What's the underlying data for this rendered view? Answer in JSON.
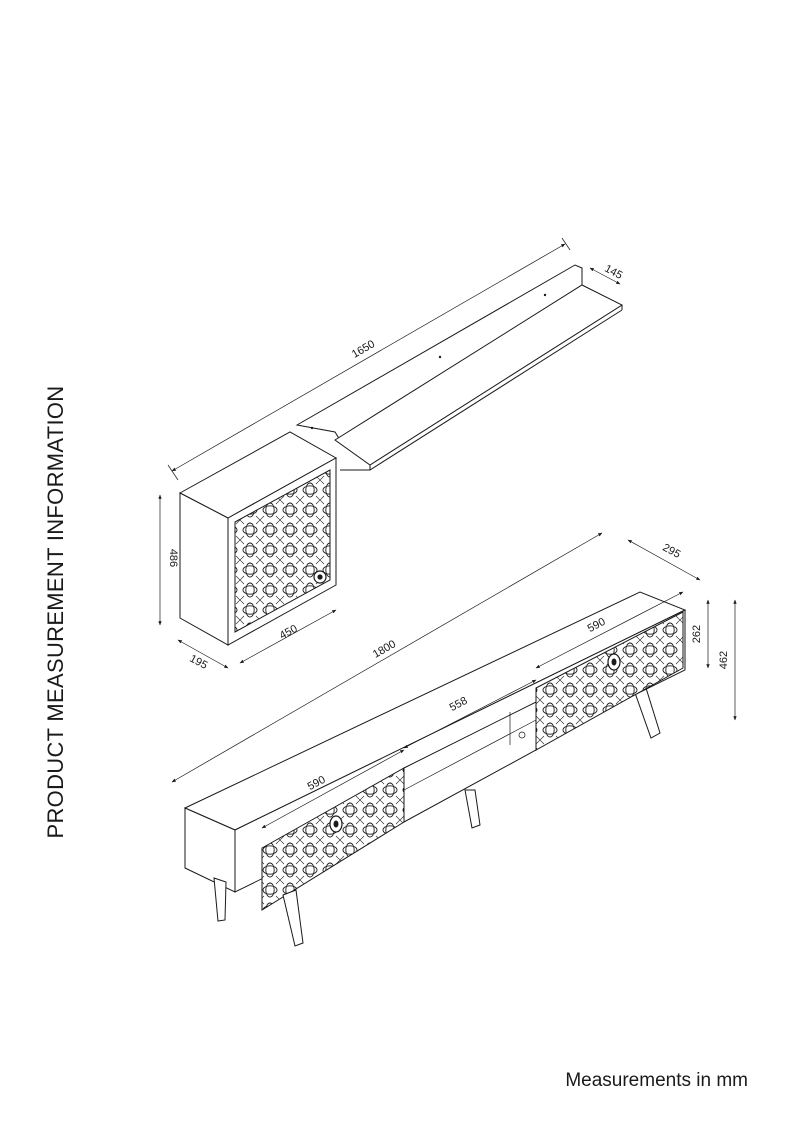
{
  "heading": "PRODUCT MEASUREMENT INFORMATION",
  "footnote": "Measurements in mm",
  "dimensions": {
    "shelf_length": "1650",
    "shelf_depth": "145",
    "cabinet_height": "486",
    "cabinet_width": "450",
    "cabinet_depth": "195",
    "unit_length": "1800",
    "unit_depth": "295",
    "body_height": "262",
    "total_height": "462",
    "open_section": "558",
    "left_door": "590",
    "right_door": "590"
  }
}
